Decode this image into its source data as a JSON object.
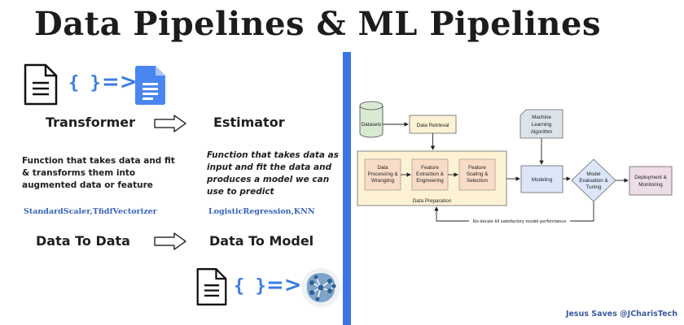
{
  "title": "Data Pipelines & ML Pipelines",
  "left": {
    "braces": "{ }",
    "arrow": "=>",
    "transformer": {
      "heading": "Transformer",
      "description": "Function that takes data and fit & transforms them into augmented data or feature",
      "examples": "StandardScaler,TfidfVectorizer",
      "kind": "Data To Data"
    },
    "estimator": {
      "heading": "Estimator",
      "description": "Function that takes data as input and fit the data and produces a model we can use to predict",
      "examples": "LogisticRegression,KNN",
      "kind": "Data To Model"
    }
  },
  "diagram": {
    "datasets": "Datasets",
    "data_retrieval": "Data Retrieval",
    "ml_algorithm": [
      "Machine",
      "Learning",
      "Algorithm"
    ],
    "data_processing": [
      "Data",
      "Processing &",
      "Wrangling"
    ],
    "feature_extraction": [
      "Feature",
      "Extraction &",
      "Engineering"
    ],
    "feature_scaling": [
      "Feature",
      "Scaling &",
      "Selection"
    ],
    "data_preparation": "Data Preparation",
    "modeling": "Modeling",
    "model_eval": [
      "Model",
      "Evaluation &",
      "Tuning"
    ],
    "deployment": [
      "Deployment &",
      "Monitoring"
    ],
    "reiterate": "Re-iterate till satisfactory model performance"
  },
  "credit": "Jesus Saves @JCharisTech",
  "colors": {
    "accent": "#3b7be3",
    "divider": "#3b73e8",
    "example_text": "#3a63b8",
    "datasets_fill": "#d9ead3",
    "yellow_fill": "#fdf3d4",
    "orange_fill": "#f9dcc8",
    "blue_fill": "#dbe6f8",
    "pink_fill": "#eedde6"
  }
}
